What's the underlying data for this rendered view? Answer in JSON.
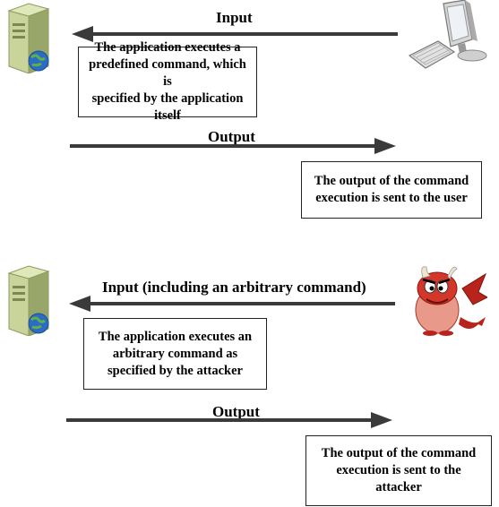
{
  "scenario_normal": {
    "input_label": "Input",
    "app_box_lines": [
      "The application executes a",
      "predefined command, which is",
      "specified by the application",
      "itself"
    ],
    "output_label": "Output",
    "output_box_lines": [
      "The output of the command",
      "execution is sent to the user"
    ],
    "server_icon": "server-icon",
    "client_icon": "desktop-computer-icon"
  },
  "scenario_attack": {
    "input_label": "Input (including an arbitrary command)",
    "app_box_lines": [
      "The application executes an",
      "arbitrary command as",
      "specified by the attacker"
    ],
    "output_label": "Output",
    "output_box_lines": [
      "The output of the command",
      "execution is sent to the",
      "attacker"
    ],
    "server_icon": "server-icon",
    "client_icon": "devil-attacker-icon"
  },
  "colors": {
    "arrow": "#3a3a3a",
    "server_body": "#c8d49a",
    "globe": "#2b6cc4"
  }
}
